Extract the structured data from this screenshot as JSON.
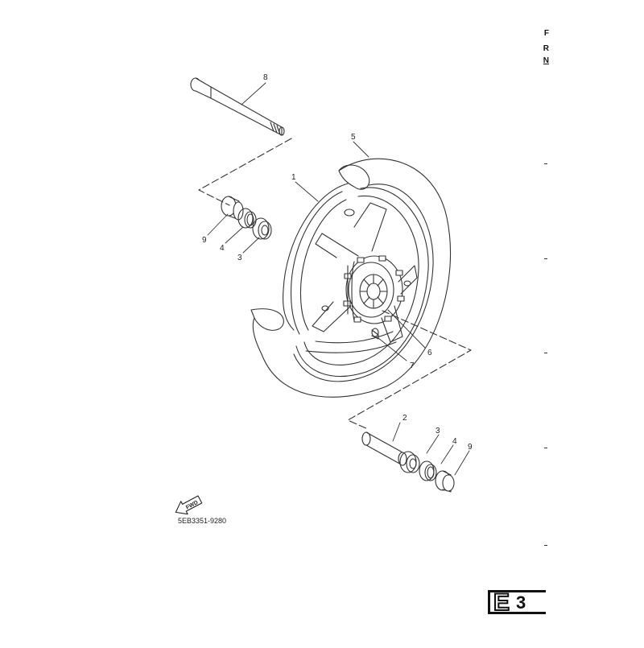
{
  "side_letters": [
    "F",
    "R",
    "N"
  ],
  "callouts": {
    "c1": "1",
    "c2": "2",
    "c3a": "3",
    "c3b": "3",
    "c4a": "4",
    "c4b": "4",
    "c5": "5",
    "c6": "6",
    "c7": "7",
    "c8": "8",
    "c9a": "9",
    "c9b": "9"
  },
  "fwd_label": "FWD",
  "part_code": "5EB3351-9280",
  "section_badge": {
    "letter": "E",
    "number": "3"
  }
}
